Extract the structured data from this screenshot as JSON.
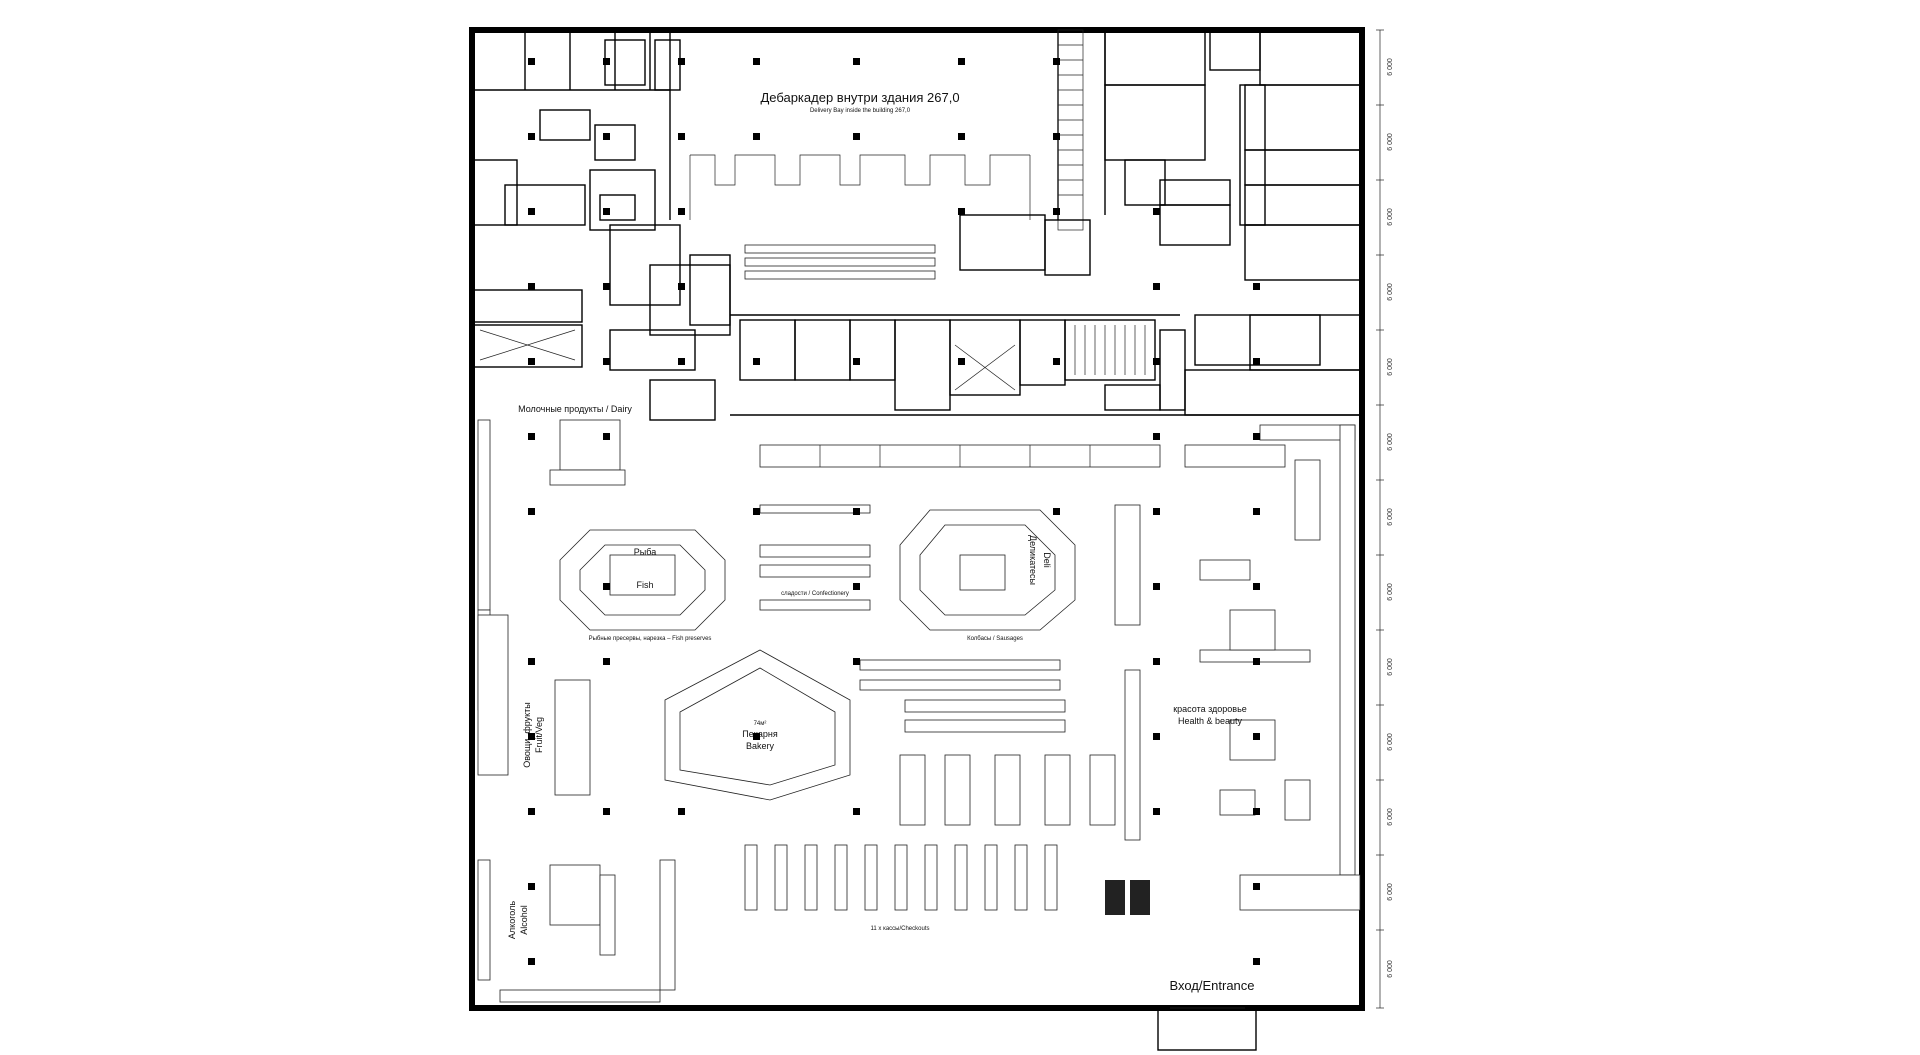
{
  "plan": {
    "dock": {
      "title": "Дебаркадер внутри здания  267,0",
      "subtitle": "Delivery Bay inside the building 267,0"
    },
    "zones": {
      "dairy": "Молочные продукты / Dairy",
      "fish": "Рыба",
      "fish_en": "Fish",
      "fish_counter": "Рыбные пресервы, нарезка – Fish preserves",
      "bakery": "Пекарня",
      "bakery_en": "Bakery",
      "bakery_area": "74м²",
      "deli": "Деликатесы",
      "deli_en": "Deli",
      "fruits": "Овощи, фрукты",
      "fruits_en": "Fruit/Veg",
      "health": "красота здоровье",
      "health_en": "Health & beauty",
      "alcohol": "Алкоголь",
      "alcohol_en": "Alcohol",
      "confectionery": "сладости / Confectionery",
      "sausages": "Колбасы / Sausages"
    },
    "entrance": "Вход/Entrance",
    "checkouts": "11 x кассы/Checkouts",
    "grid_dims": [
      "6 000",
      "6 000",
      "6 000",
      "6 000",
      "6 000",
      "6 000",
      "6 000",
      "6 000",
      "6 000",
      "6 000",
      "6 000",
      "6 000",
      "6 000"
    ]
  }
}
